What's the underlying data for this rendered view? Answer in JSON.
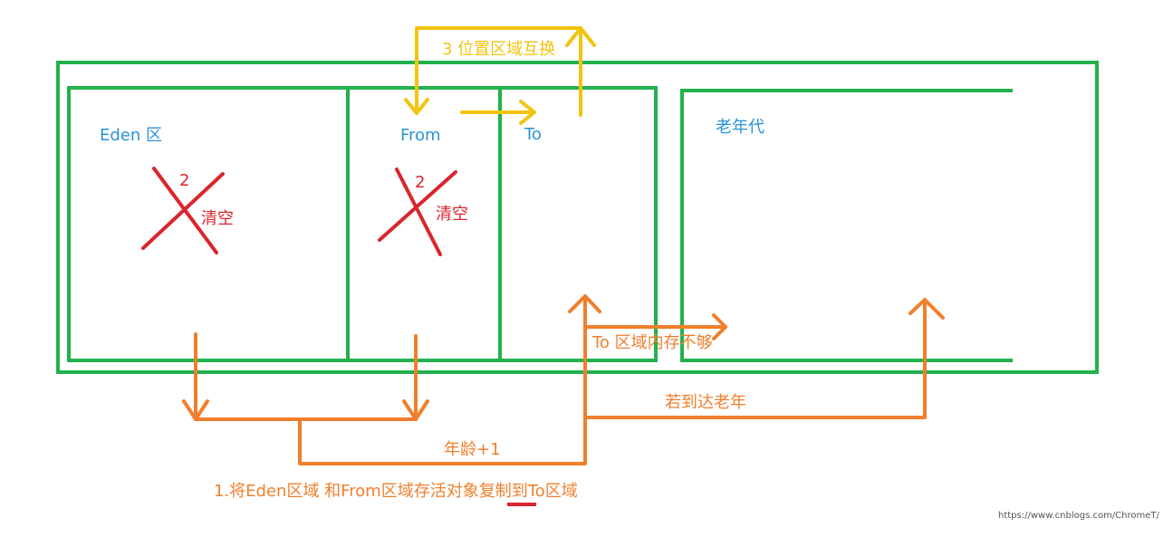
{
  "regions": {
    "eden": "Eden 区",
    "from": "From",
    "to": "To",
    "old": "老年代"
  },
  "marks": {
    "eden_number": "2",
    "eden_clear": "清空",
    "from_number": "2",
    "from_clear": "清空"
  },
  "annotations": {
    "swap": "3 位置区域互换",
    "to_not_enough": "To 区域内存不够",
    "reach_old": "若到达老年",
    "age_plus": "年龄+1",
    "copy_step": "1.将Eden区域 和From区域存活对象复制到To区域"
  },
  "watermark": "https://www.cnblogs.com/ChromeT/",
  "colors": {
    "green": "#22b14c",
    "blue": "#2a93d5",
    "red": "#d9262e",
    "orange": "#f07f2c",
    "yellow": "#f2c40f"
  }
}
